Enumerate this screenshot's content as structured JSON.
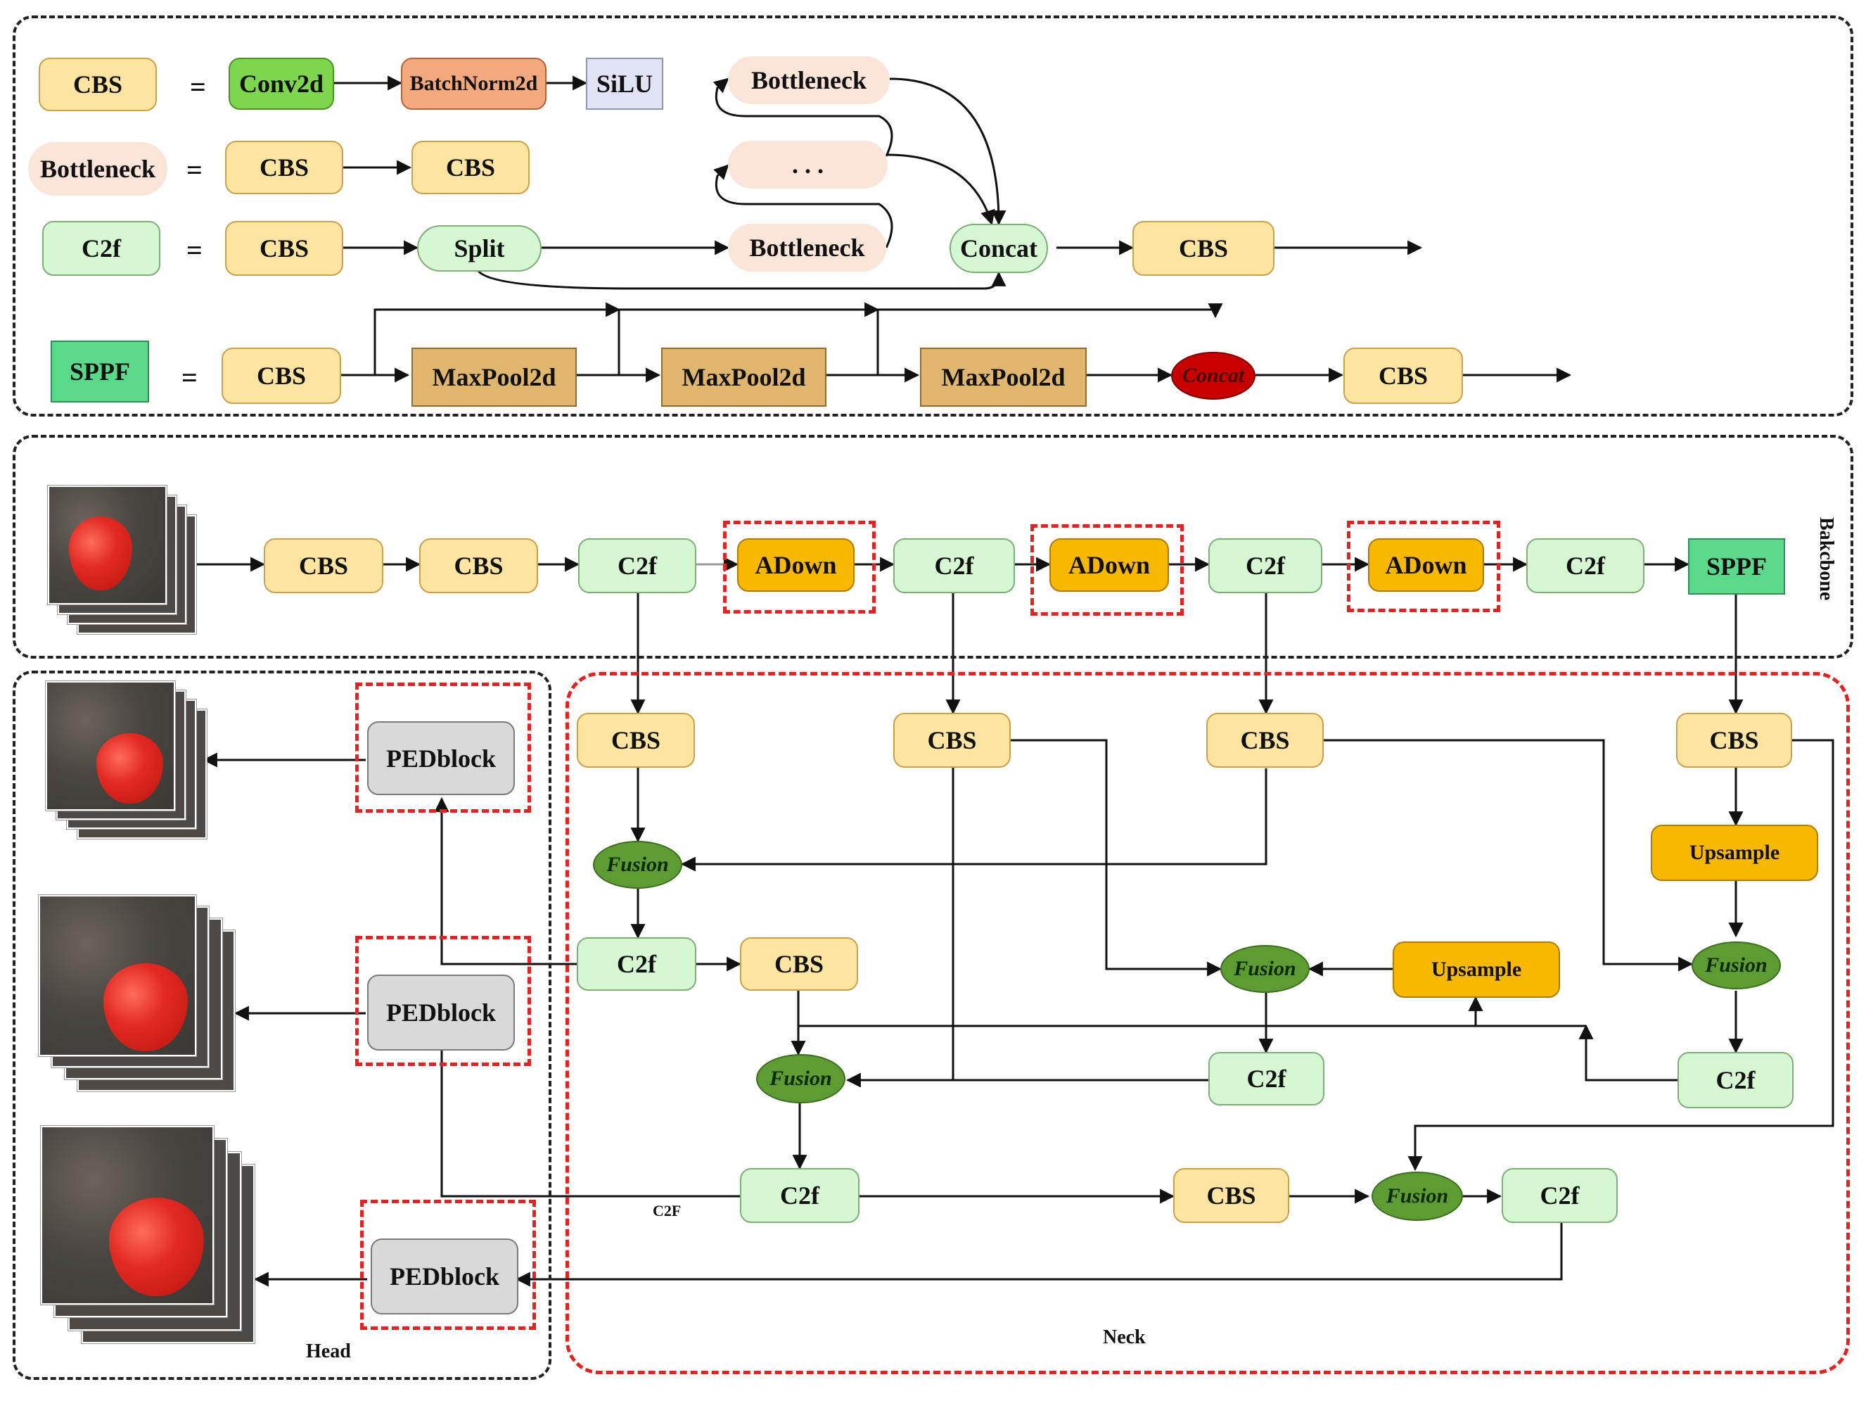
{
  "legend": {
    "cbs_def": {
      "lhs": "CBS",
      "eq": "=",
      "conv": "Conv2d",
      "bn": "BatchNorm2d",
      "act": "SiLU"
    },
    "bottleneck_def": {
      "lhs": "Bottleneck",
      "eq": "=",
      "cbs1": "CBS",
      "cbs2": "CBS"
    },
    "c2f_def": {
      "lhs": "C2f",
      "eq": "=",
      "cbs": "CBS",
      "split": "Split",
      "bneck_top": "Bottleneck",
      "ellipsis": ". . .",
      "bneck_bottom": "Bottleneck",
      "concat": "Concat",
      "cbs_out": "CBS"
    },
    "sppf_def": {
      "lhs": "SPPF",
      "eq": "=",
      "cbs": "CBS",
      "pool1": "MaxPool2d",
      "pool2": "MaxPool2d",
      "pool3": "MaxPool2d",
      "concat": "Concat",
      "cbs_out": "CBS"
    }
  },
  "backbone": {
    "label": "Bakcbone",
    "nodes": [
      "CBS",
      "CBS",
      "C2f",
      "ADown",
      "C2f",
      "ADown",
      "C2f",
      "ADown",
      "C2f",
      "SPPF"
    ]
  },
  "neck": {
    "label": "Neck",
    "cbs": "CBS",
    "c2f": "C2f",
    "fusion": "Fusion",
    "upsample": "Upsample",
    "c2f_note": "C2F"
  },
  "head": {
    "label": "Head",
    "ped": "PEDblock"
  }
}
